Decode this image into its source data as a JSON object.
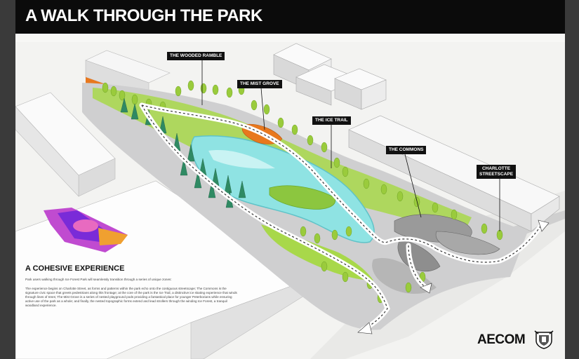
{
  "header": {
    "title": "A WALK THROUGH THE PARK"
  },
  "labels": {
    "wooded_ramble": "THE WOODED RAMBLE",
    "mist_grove": "THE MIST GROVE",
    "ice_trail": "THE ICE TRAIL",
    "commons": "THE COMMONS",
    "charlotte_line1": "CHARLOTTE",
    "charlotte_line2": "STREETSCAPE"
  },
  "section": {
    "heading": "A COHESIVE EXPERIENCE",
    "intro": "Park users walking through Ice Forest Park will seamlessly transition through a series of unique zones:",
    "body": "The experience begins on Charlotte Street, as forms and patterns within the park echo onto the contiguous streetscape; The Commons is the signature civic space that greets pedestrians along this frontage; at the core of the park is the Ice Trail, a distinctive ice skating experience that winds through lines of trees; The Mist Grove is a series of nested playground pods providing a fantastical place for younger Peterborians while ensuring active use of the park as a whole; and finally, the nested topographic forms extend and lead strollers through the winding Ice Forest, a tranquil woodland experience."
  },
  "branding": {
    "logo": "AECOM"
  },
  "colors": {
    "header_bg": "#0b0b0b",
    "water": "#8fe3e3",
    "grass": "#a8d84a",
    "tree": "#9acb3c",
    "path_arrow": "#ffffff",
    "playground": "#e8781e"
  }
}
